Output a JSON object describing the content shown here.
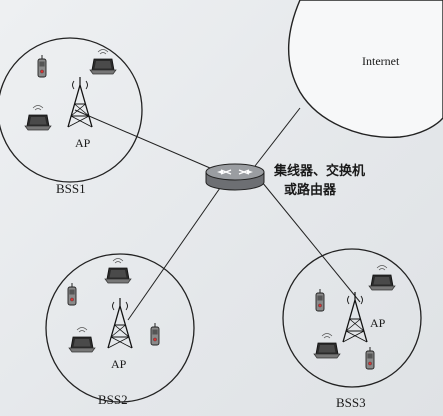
{
  "network": {
    "internet_label": "Internet",
    "hub_label_line1": "集线器、交换机",
    "hub_label_line2": "或路由器"
  },
  "bss": [
    {
      "name": "BSS1",
      "ap_label": "AP"
    },
    {
      "name": "BSS2",
      "ap_label": "AP"
    },
    {
      "name": "BSS3",
      "ap_label": "AP"
    }
  ],
  "icons": {
    "hub": "router-icon",
    "ap": "antenna-tower-icon",
    "laptop": "laptop-icon",
    "phone": "mobile-phone-icon",
    "cloud": "internet-cloud-icon"
  }
}
